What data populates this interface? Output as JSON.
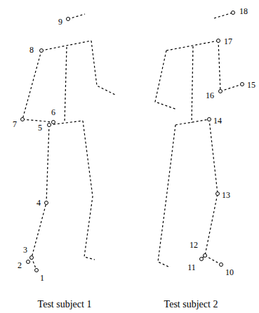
{
  "diagram": {
    "labels": [
      "1",
      "2",
      "3",
      "4",
      "5",
      "6",
      "7",
      "8",
      "9",
      "10",
      "11",
      "12",
      "13",
      "14",
      "15",
      "16",
      "17",
      "18",
      "Test subject 1",
      "Test subject 2"
    ]
  }
}
